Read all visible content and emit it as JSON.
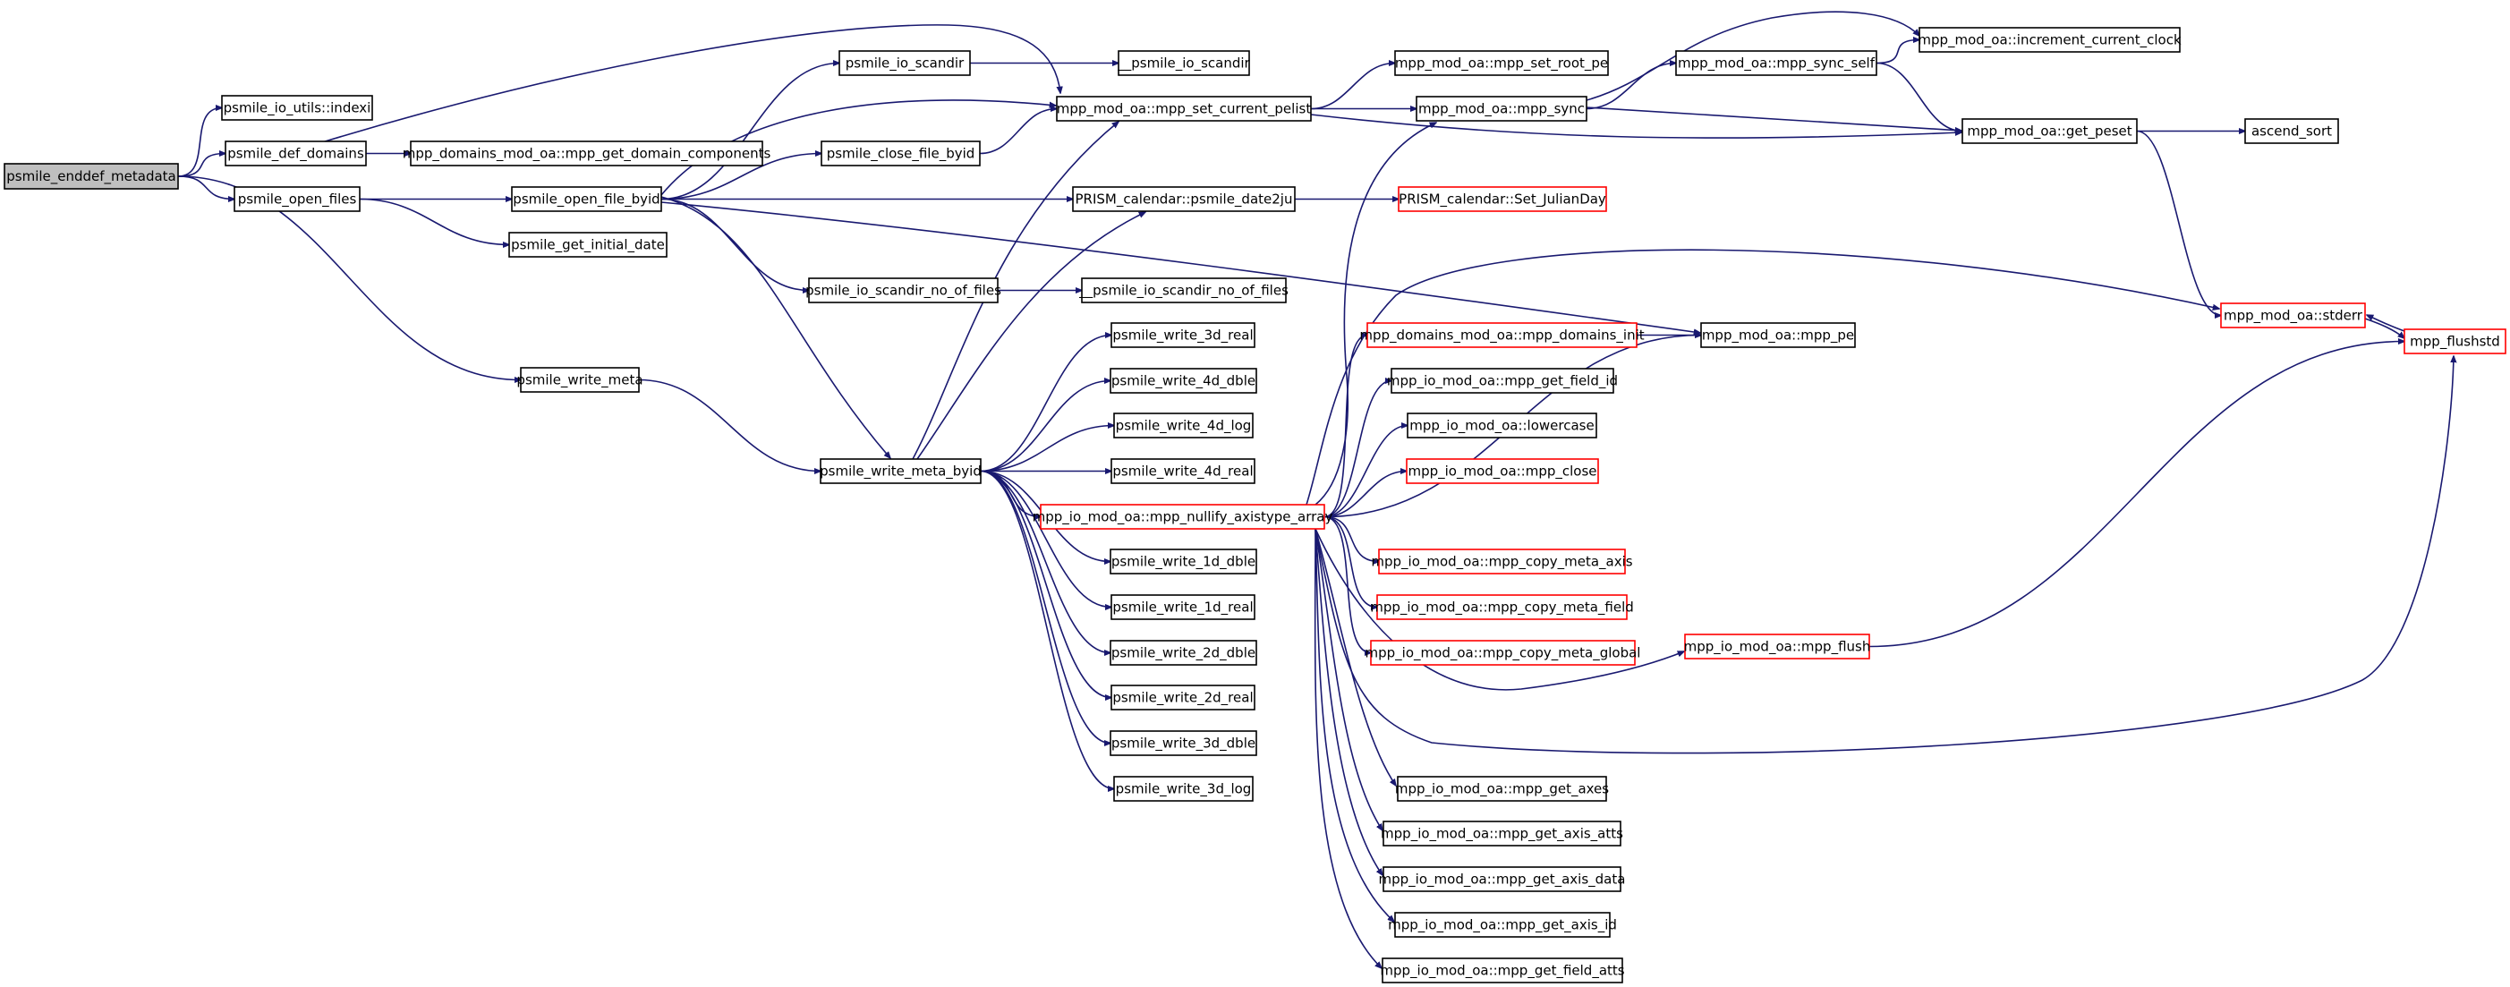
{
  "colors": {
    "edge": "#191970",
    "normal_border": "#000000",
    "truncated_border": "#ff0000",
    "root_fill": "#bfbfbf",
    "node_fill": "#ffffff"
  },
  "nodes": [
    {
      "id": "enddef",
      "label": "psmile_enddef_metadata",
      "style": "root"
    },
    {
      "id": "indexi",
      "label": "psmile_io_utils::indexi",
      "style": "normal"
    },
    {
      "id": "def_domains",
      "label": "psmile_def_domains",
      "style": "normal"
    },
    {
      "id": "open_files",
      "label": "psmile_open_files",
      "style": "normal"
    },
    {
      "id": "write_meta",
      "label": "psmile_write_meta",
      "style": "normal"
    },
    {
      "id": "get_domain_components",
      "label": "mpp_domains_mod_oa::mpp_get_domain_components",
      "style": "normal"
    },
    {
      "id": "open_file_byid",
      "label": "psmile_open_file_byid",
      "style": "normal"
    },
    {
      "id": "get_initial_date",
      "label": "psmile_get_initial_date",
      "style": "normal"
    },
    {
      "id": "io_scandir",
      "label": "psmile_io_scandir",
      "style": "normal"
    },
    {
      "id": "close_file_byid",
      "label": "psmile_close_file_byid",
      "style": "normal"
    },
    {
      "id": "io_scandir_no_of_files",
      "label": "psmile_io_scandir_no_of_files",
      "style": "normal"
    },
    {
      "id": "write_meta_byid",
      "label": "psmile_write_meta_byid",
      "style": "normal"
    },
    {
      "id": "__io_scandir",
      "label": "__psmile_io_scandir",
      "style": "normal"
    },
    {
      "id": "set_current_pelist",
      "label": "mpp_mod_oa::mpp_set_current_pelist",
      "style": "normal"
    },
    {
      "id": "date2ju",
      "label": "PRISM_calendar::psmile_date2ju",
      "style": "normal"
    },
    {
      "id": "__io_scandir_no_of_files",
      "label": "__psmile_io_scandir_no_of_files",
      "style": "normal"
    },
    {
      "id": "w3d_real",
      "label": "psmile_write_3d_real",
      "style": "normal"
    },
    {
      "id": "w4d_dble",
      "label": "psmile_write_4d_dble",
      "style": "normal"
    },
    {
      "id": "w4d_log",
      "label": "psmile_write_4d_log",
      "style": "normal"
    },
    {
      "id": "w4d_real",
      "label": "psmile_write_4d_real",
      "style": "normal"
    },
    {
      "id": "nullify",
      "label": "mpp_io_mod_oa::mpp_nullify_axistype_array",
      "style": "truncated"
    },
    {
      "id": "w1d_dble",
      "label": "psmile_write_1d_dble",
      "style": "normal"
    },
    {
      "id": "w1d_real",
      "label": "psmile_write_1d_real",
      "style": "normal"
    },
    {
      "id": "w2d_dble",
      "label": "psmile_write_2d_dble",
      "style": "normal"
    },
    {
      "id": "w2d_real",
      "label": "psmile_write_2d_real",
      "style": "normal"
    },
    {
      "id": "w3d_dble",
      "label": "psmile_write_3d_dble",
      "style": "normal"
    },
    {
      "id": "w3d_log",
      "label": "psmile_write_3d_log",
      "style": "normal"
    },
    {
      "id": "set_root_pe",
      "label": "mpp_mod_oa::mpp_set_root_pe",
      "style": "normal"
    },
    {
      "id": "mpp_sync",
      "label": "mpp_mod_oa::mpp_sync",
      "style": "normal"
    },
    {
      "id": "set_julianday",
      "label": "PRISM_calendar::Set_JulianDay",
      "style": "truncated"
    },
    {
      "id": "domains_init",
      "label": "mpp_domains_mod_oa::mpp_domains_init",
      "style": "truncated"
    },
    {
      "id": "get_field_id",
      "label": "mpp_io_mod_oa::mpp_get_field_id",
      "style": "normal"
    },
    {
      "id": "lowercase",
      "label": "mpp_io_mod_oa::lowercase",
      "style": "normal"
    },
    {
      "id": "mpp_close",
      "label": "mpp_io_mod_oa::mpp_close",
      "style": "truncated"
    },
    {
      "id": "copy_meta_axis",
      "label": "mpp_io_mod_oa::mpp_copy_meta_axis",
      "style": "truncated"
    },
    {
      "id": "copy_meta_field",
      "label": "mpp_io_mod_oa::mpp_copy_meta_field",
      "style": "truncated"
    },
    {
      "id": "copy_meta_global",
      "label": "mpp_io_mod_oa::mpp_copy_meta_global",
      "style": "truncated"
    },
    {
      "id": "get_axes",
      "label": "mpp_io_mod_oa::mpp_get_axes",
      "style": "normal"
    },
    {
      "id": "get_axis_atts",
      "label": "mpp_io_mod_oa::mpp_get_axis_atts",
      "style": "normal"
    },
    {
      "id": "get_axis_data",
      "label": "mpp_io_mod_oa::mpp_get_axis_data",
      "style": "normal"
    },
    {
      "id": "get_axis_id",
      "label": "mpp_io_mod_oa::mpp_get_axis_id",
      "style": "normal"
    },
    {
      "id": "get_field_atts",
      "label": "mpp_io_mod_oa::mpp_get_field_atts",
      "style": "normal"
    },
    {
      "id": "sync_self",
      "label": "mpp_mod_oa::mpp_sync_self",
      "style": "normal"
    },
    {
      "id": "mpp_pe",
      "label": "mpp_mod_oa::mpp_pe",
      "style": "normal"
    },
    {
      "id": "mpp_flush",
      "label": "mpp_io_mod_oa::mpp_flush",
      "style": "truncated"
    },
    {
      "id": "increment_clock",
      "label": "mpp_mod_oa::increment_current_clock",
      "style": "normal"
    },
    {
      "id": "get_peset",
      "label": "mpp_mod_oa::get_peset",
      "style": "normal"
    },
    {
      "id": "ascend_sort",
      "label": "ascend_sort",
      "style": "normal"
    },
    {
      "id": "stderr",
      "label": "mpp_mod_oa::stderr",
      "style": "truncated"
    },
    {
      "id": "flushstd",
      "label": "mpp_flushstd",
      "style": "truncated"
    }
  ],
  "edges": [
    [
      "enddef",
      "indexi"
    ],
    [
      "enddef",
      "def_domains"
    ],
    [
      "enddef",
      "open_files"
    ],
    [
      "enddef",
      "write_meta"
    ],
    [
      "def_domains",
      "get_domain_components"
    ],
    [
      "def_domains",
      "set_current_pelist"
    ],
    [
      "open_files",
      "open_file_byid"
    ],
    [
      "open_files",
      "get_initial_date"
    ],
    [
      "write_meta",
      "write_meta_byid"
    ],
    [
      "open_file_byid",
      "io_scandir"
    ],
    [
      "open_file_byid",
      "close_file_byid"
    ],
    [
      "open_file_byid",
      "io_scandir_no_of_files"
    ],
    [
      "open_file_byid",
      "write_meta_byid"
    ],
    [
      "open_file_byid",
      "set_current_pelist"
    ],
    [
      "open_file_byid",
      "date2ju"
    ],
    [
      "open_file_byid",
      "mpp_pe"
    ],
    [
      "io_scandir",
      "__io_scandir"
    ],
    [
      "close_file_byid",
      "set_current_pelist"
    ],
    [
      "io_scandir_no_of_files",
      "__io_scandir_no_of_files"
    ],
    [
      "write_meta_byid",
      "set_current_pelist"
    ],
    [
      "write_meta_byid",
      "date2ju"
    ],
    [
      "write_meta_byid",
      "w3d_real"
    ],
    [
      "write_meta_byid",
      "w4d_dble"
    ],
    [
      "write_meta_byid",
      "w4d_log"
    ],
    [
      "write_meta_byid",
      "w4d_real"
    ],
    [
      "write_meta_byid",
      "nullify"
    ],
    [
      "write_meta_byid",
      "w1d_dble"
    ],
    [
      "write_meta_byid",
      "w1d_real"
    ],
    [
      "write_meta_byid",
      "w2d_dble"
    ],
    [
      "write_meta_byid",
      "w2d_real"
    ],
    [
      "write_meta_byid",
      "w3d_dble"
    ],
    [
      "write_meta_byid",
      "w3d_log"
    ],
    [
      "set_current_pelist",
      "set_root_pe"
    ],
    [
      "set_current_pelist",
      "mpp_sync"
    ],
    [
      "set_current_pelist",
      "get_peset"
    ],
    [
      "date2ju",
      "set_julianday"
    ],
    [
      "nullify",
      "mpp_sync"
    ],
    [
      "nullify",
      "stderr"
    ],
    [
      "nullify",
      "domains_init"
    ],
    [
      "nullify",
      "get_field_id"
    ],
    [
      "nullify",
      "lowercase"
    ],
    [
      "nullify",
      "mpp_close"
    ],
    [
      "nullify",
      "mpp_pe"
    ],
    [
      "nullify",
      "copy_meta_axis"
    ],
    [
      "nullify",
      "copy_meta_field"
    ],
    [
      "nullify",
      "copy_meta_global"
    ],
    [
      "nullify",
      "mpp_flush"
    ],
    [
      "nullify",
      "flushstd"
    ],
    [
      "nullify",
      "get_axes"
    ],
    [
      "nullify",
      "get_axis_atts"
    ],
    [
      "nullify",
      "get_axis_data"
    ],
    [
      "nullify",
      "get_axis_id"
    ],
    [
      "nullify",
      "get_field_atts"
    ],
    [
      "domains_init",
      "mpp_pe"
    ],
    [
      "mpp_sync",
      "sync_self"
    ],
    [
      "mpp_sync",
      "increment_clock"
    ],
    [
      "mpp_sync",
      "get_peset"
    ],
    [
      "sync_self",
      "increment_clock"
    ],
    [
      "sync_self",
      "get_peset"
    ],
    [
      "get_peset",
      "ascend_sort"
    ],
    [
      "get_peset",
      "stderr"
    ],
    [
      "mpp_flush",
      "flushstd"
    ],
    [
      "stderr",
      "flushstd"
    ],
    [
      "flushstd",
      "stderr"
    ]
  ]
}
